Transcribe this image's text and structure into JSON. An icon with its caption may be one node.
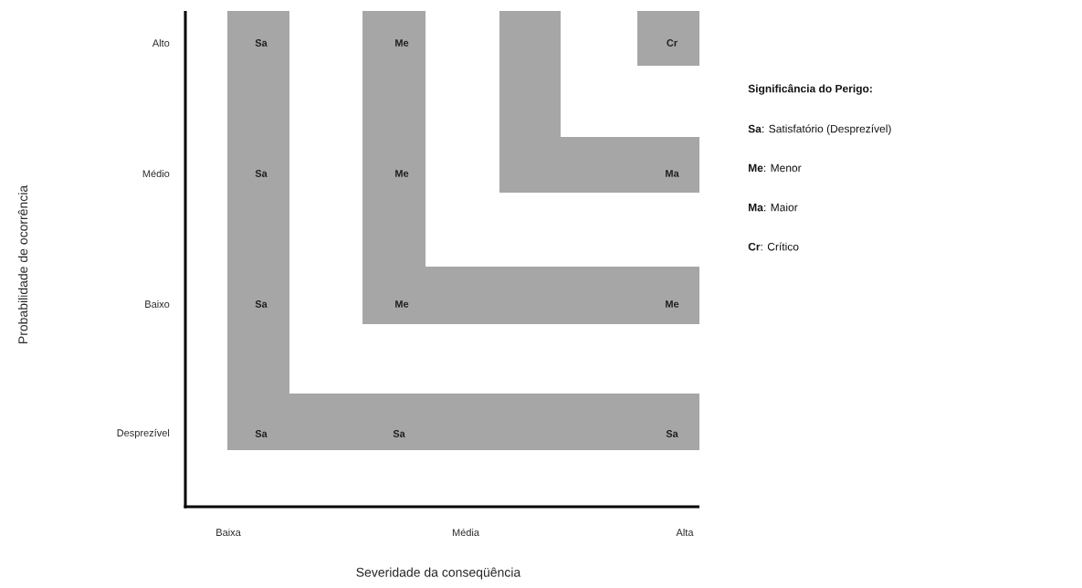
{
  "diagram": {
    "nodes": [
      {
        "text": [
          "Sa",
          "Sa",
          "Sa",
          "Sa",
          "Sa",
          "Sa"
        ]
      },
      {
        "text": [
          "Me",
          "Me",
          "Me",
          "Me"
        ]
      },
      {
        "text": [
          "Ma"
        ]
      },
      {
        "text": [
          "Cr"
        ]
      }
    ],
    "labels": [
      "Alto",
      "Médio",
      "Baixo",
      "Desprezível",
      "Baixa",
      "Média",
      "Alta",
      "Probabilidade de ocorrência",
      "Severidade da conseqüência",
      "Significância do Perigo:",
      "**Sa**: Satisfatório (Desprezível)",
      "**Me**: Menor",
      "**Ma**: Maior",
      "**Cr**: Crítico"
    ]
  }
}
